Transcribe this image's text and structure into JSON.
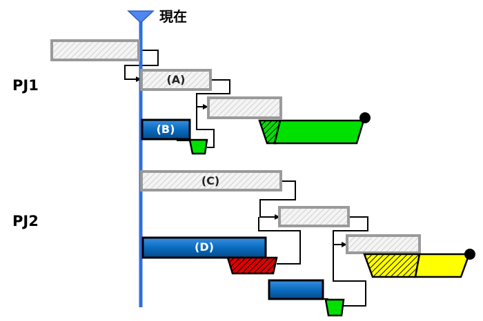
{
  "now_label": "現在",
  "projects": [
    {
      "label": "PJ1"
    },
    {
      "label": "PJ2"
    }
  ],
  "task_labels": {
    "a": "(A)",
    "b": "(B)",
    "c": "(C)",
    "d": "(D)"
  },
  "colors": {
    "now_line": "#2f6fe0",
    "task_fill": "#f2f2f2",
    "task_border": "#9a9a9a",
    "blue_bar": "#0a6cc0",
    "green": "#00e000",
    "red": "#e00000",
    "yellow": "#ffff00",
    "line": "#000000"
  }
}
